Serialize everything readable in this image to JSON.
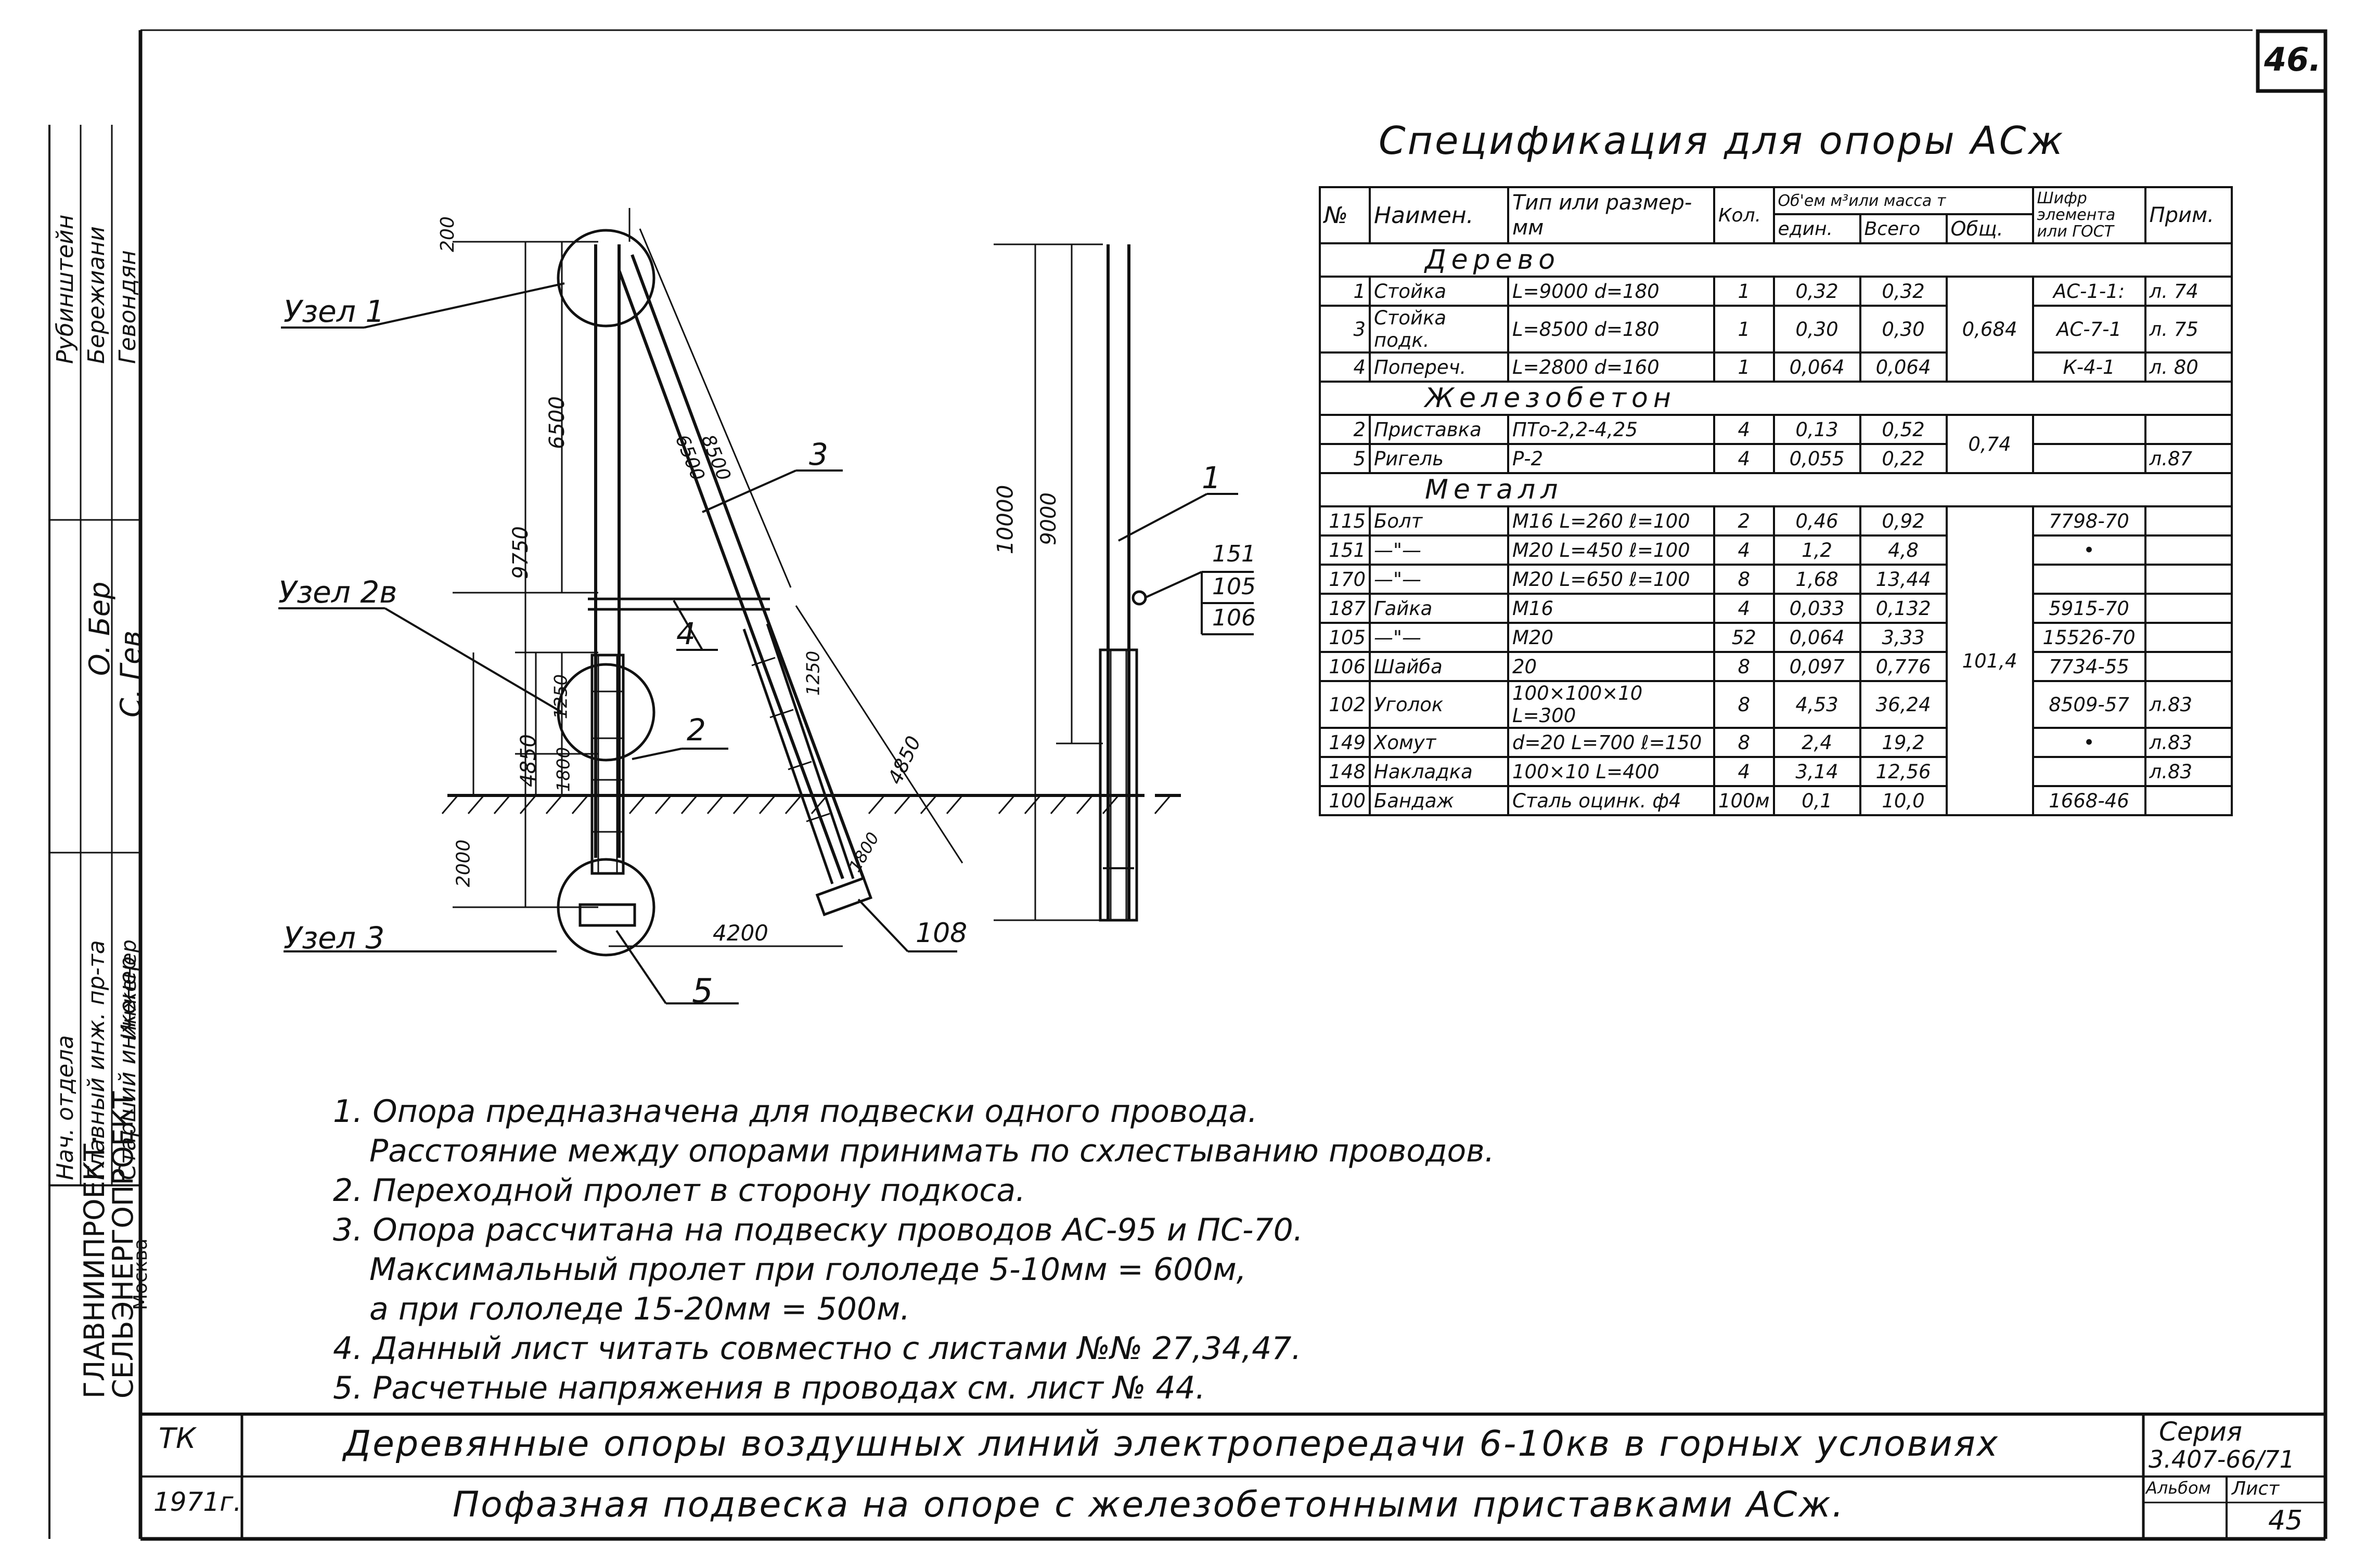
{
  "sheet_number": "46.",
  "spec": {
    "title": "Спецификация для опоры АСж",
    "headers": {
      "no": "№",
      "name": "Наимен.",
      "type": "Тип или размер-мм",
      "qty": "Кол.",
      "vol": "Об'ем м³или масса т",
      "unit": "един.",
      "total": "Всего",
      "sum": "Общ.",
      "code": "Шифр элемента или ГОСТ",
      "note": "Прим."
    },
    "sections": {
      "wood": "Дерево",
      "concrete": "Железобетон",
      "metal": "Металл"
    },
    "wood_rows": [
      {
        "no": "1",
        "name": "Стойка",
        "type": "L=9000 d=180",
        "qty": "1",
        "unit": "0,32",
        "total": "0,32",
        "code": "АС-1-1:",
        "note": "л. 74"
      },
      {
        "no": "3",
        "name": "Стойка подк.",
        "type": "L=8500 d=180",
        "qty": "1",
        "unit": "0,30",
        "total": "0,30",
        "code": "АС-7-1",
        "note": "л. 75"
      },
      {
        "no": "4",
        "name": "Попереч.",
        "type": "L=2800 d=160",
        "qty": "1",
        "unit": "0,064",
        "total": "0,064",
        "code": "К-4-1",
        "note": "л. 80"
      }
    ],
    "wood_sum": "0,684",
    "concrete_rows": [
      {
        "no": "2",
        "name": "Приставка",
        "type": "ПТо-2,2-4,25",
        "qty": "4",
        "unit": "0,13",
        "total": "0,52",
        "code": "",
        "note": ""
      },
      {
        "no": "5",
        "name": "Ригель",
        "type": "Р-2",
        "qty": "4",
        "unit": "0,055",
        "total": "0,22",
        "code": "",
        "note": "л.87"
      }
    ],
    "concrete_sum": "0,74",
    "metal_rows": [
      {
        "no": "115",
        "name": "Болт",
        "type": "М16 L=260 ℓ=100",
        "qty": "2",
        "unit": "0,46",
        "total": "0,92",
        "code": "7798-70",
        "note": ""
      },
      {
        "no": "151",
        "name": "—\"—",
        "type": "М20 L=450 ℓ=100",
        "qty": "4",
        "unit": "1,2",
        "total": "4,8",
        "code": "•",
        "note": ""
      },
      {
        "no": "170",
        "name": "—\"—",
        "type": "М20 L=650 ℓ=100",
        "qty": "8",
        "unit": "1,68",
        "total": "13,44",
        "code": "",
        "note": ""
      },
      {
        "no": "187",
        "name": "Гайка",
        "type": "М16",
        "qty": "4",
        "unit": "0,033",
        "total": "0,132",
        "code": "5915-70",
        "note": ""
      },
      {
        "no": "105",
        "name": "—\"—",
        "type": "М20",
        "qty": "52",
        "unit": "0,064",
        "total": "3,33",
        "code": "15526-70",
        "note": ""
      },
      {
        "no": "106",
        "name": "Шайба",
        "type": "20",
        "qty": "8",
        "unit": "0,097",
        "total": "0,776",
        "code": "7734-55",
        "note": ""
      },
      {
        "no": "102",
        "name": "Уголок",
        "type": "100×100×10 L=300",
        "qty": "8",
        "unit": "4,53",
        "total": "36,24",
        "code": "8509-57",
        "note": "л.83"
      },
      {
        "no": "149",
        "name": "Хомут",
        "type": "d=20 L=700 ℓ=150",
        "qty": "8",
        "unit": "2,4",
        "total": "19,2",
        "code": "•",
        "note": "л.83"
      },
      {
        "no": "148",
        "name": "Накладка",
        "type": "100×10 L=400",
        "qty": "4",
        "unit": "3,14",
        "total": "12,56",
        "code": "",
        "note": "л.83"
      },
      {
        "no": "100",
        "name": "Бандаж",
        "type": "Сталь оцинк. ф4",
        "qty": "100м",
        "unit": "0,1",
        "total": "10,0",
        "code": "1668-46",
        "note": ""
      }
    ],
    "metal_sum": "101,4"
  },
  "drawing": {
    "node1": "Узел 1",
    "node2": "Узел 2в",
    "node3": "Узел 3",
    "dims": {
      "d200": "200",
      "d6500": "6500",
      "d9750": "9750",
      "d4850": "4850",
      "d1250": "1250",
      "d1800": "1800",
      "d2000": "2000",
      "d4200": "4200",
      "brace6500": "6500",
      "brace8500": "8500",
      "brace1250": "1250",
      "brace4850": "4850",
      "brace1800": "1800",
      "side10000": "10000",
      "side9000": "9000"
    },
    "callouts": {
      "c1": "1",
      "c2": "2",
      "c3": "3",
      "c4": "4",
      "c5": "5",
      "c108": "108",
      "c151": "151",
      "c105": "105",
      "c106": "106"
    }
  },
  "notes": [
    "1. Опора предназначена для подвески одного провода.",
    "Расстояние между опорами принимать по схлестыванию проводов.",
    "2. Переходной пролет в сторону подкоса.",
    "3. Опора рассчитана на подвеску проводов АС-95 и ПС-70.",
    "Максимальный пролет при гололеде 5-10мм = 600м,",
    "а при гололеде 15-20мм = 500м.",
    "4. Данный лист читать совместно с листами №№ 27,34,47.",
    "5. Расчетные напряжения в проводах см. лист № 44."
  ],
  "title_block": {
    "tk": "ТК",
    "year": "1971г.",
    "title1": "Деревянные опоры воздушных линий электропередачи 6-10кв в горных условиях",
    "title2": "Пофазная подвеска на опоре с железобетонными приставками АСж.",
    "series_label": "Серия",
    "series": "3.407-66/71",
    "album": "Альбом",
    "sheet_label": "Лист",
    "sheet": "45"
  },
  "stamp": {
    "org1": "ГЛАВНИИПРОЕКТ·",
    "org2": "СЕЛЬЭНЕРГОПРОЕКТ",
    "city": "Москва",
    "roles": [
      "Нач. отдела",
      "Главный инж. пр-та",
      "Старший инженер",
      "Инженер"
    ],
    "names_top": [
      "Рубинштейн",
      "Бережиани",
      "Гевондян"
    ],
    "sign_names": [
      "О. Бер",
      "С. Гев"
    ]
  }
}
